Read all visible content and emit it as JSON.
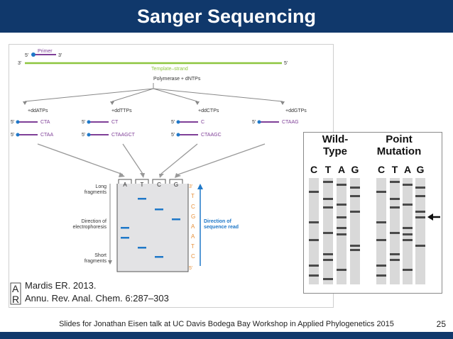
{
  "slide": {
    "title": "Sanger Sequencing",
    "footer": "Slides for Jonathan Eisen talk at UC Davis Bodega Bay Workshop in Applied Phylogenetics 2015",
    "page_number": "25"
  },
  "diagram": {
    "primer_label": "Primer",
    "primer_5": "5'",
    "primer_3": "3'",
    "template_3": "3'",
    "template_5": "5'",
    "template_label": "Template–strand",
    "polymerase_label": "Polymerase + dNTPs",
    "reactions": [
      {
        "label": "+ddATPs",
        "frag1": "CTA",
        "frag2": "CTAA"
      },
      {
        "label": "+ddTTPs",
        "frag1": "CT",
        "frag2": "CTAAGCT"
      },
      {
        "label": "+ddCTPs",
        "frag1": "C",
        "frag2": "CTAAGC"
      },
      {
        "label": "+ddGTPs",
        "frag1": "CTAAG",
        "frag2": ""
      }
    ],
    "five_prime": "5'",
    "lanes": [
      "A",
      "T",
      "C",
      "G"
    ],
    "long_fragments": [
      "Long",
      "fragments"
    ],
    "short_fragments": [
      "Short",
      "fragments"
    ],
    "direction_electrophoresis": [
      "Direction of",
      "electrophoresis"
    ],
    "direction_read": [
      "Direction of",
      "sequence read"
    ],
    "read_top": "3'",
    "read_sequence": [
      "T",
      "C",
      "G",
      "A",
      "A",
      "T",
      "C"
    ],
    "read_bottom": "5'"
  },
  "citation": {
    "author": "Mardis ER. 2013.",
    "journal": "Annu. Rev. Anal. Chem. 6:287–303"
  },
  "gel_photo": {
    "wild_type": [
      "Wild-",
      "Type"
    ],
    "point_mutation": [
      "Point",
      "Mutation"
    ],
    "lanes_left": [
      "C",
      "T",
      "A",
      "G"
    ],
    "lanes_right": [
      "C",
      "T",
      "A",
      "G"
    ]
  },
  "colors": {
    "title_bar": "#10386b",
    "template_strand": "#8dc63f",
    "primer": "#7f3f98",
    "band": "#1f78c8",
    "arrow": "#1f78c8"
  }
}
